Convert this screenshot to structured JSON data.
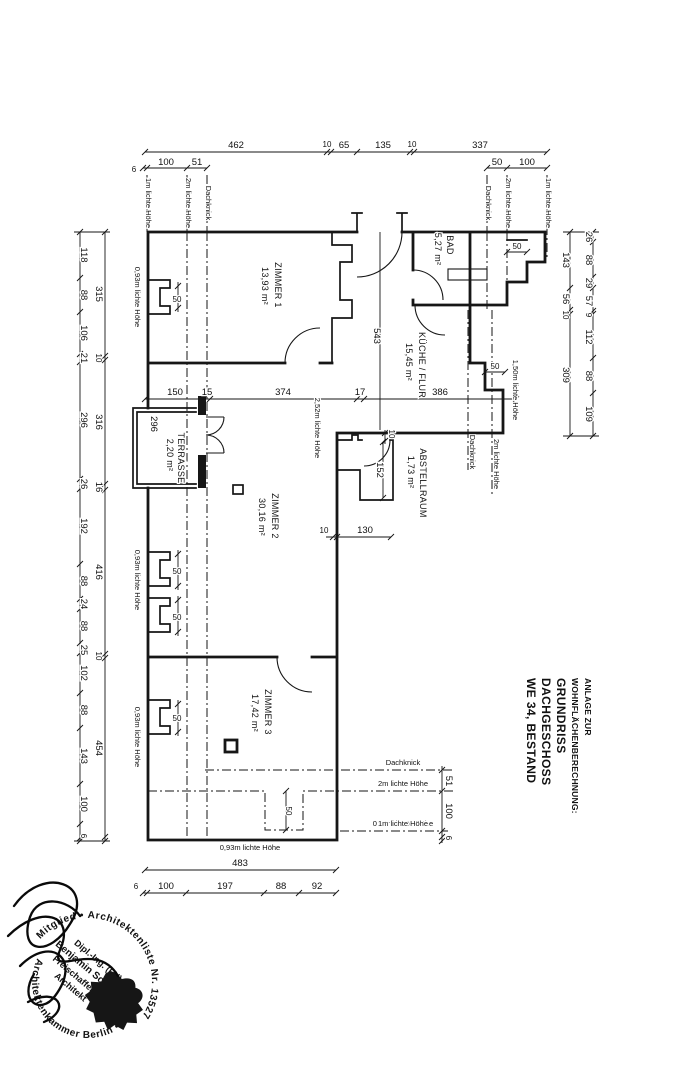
{
  "title_block": {
    "line1": "ANLAGE ZUR",
    "line2": "WOHNFLÄCHENBERECHNUNG:",
    "line3": "GRUNDRISS",
    "line4": "DACHGESCHOSS",
    "line5": "WE 34, BESTAND"
  },
  "rooms": {
    "z1": {
      "name": "ZIMMER 1",
      "area": "13,93 m²"
    },
    "z2": {
      "name": "ZIMMER 2",
      "area": "30,16 m²"
    },
    "z3": {
      "name": "ZIMMER 3",
      "area": "17,42 m²"
    },
    "bad": {
      "name": "BAD",
      "area": "5,27 m²"
    },
    "kueche": {
      "name": "KÜCHE / FLUR",
      "area": "15,45 m²"
    },
    "abstell": {
      "name": "ABSTELLRAUM",
      "area": "1,73 m²"
    },
    "terrasse": {
      "name": "TERRASSE",
      "area": "2,20 m²"
    }
  },
  "heights": {
    "h1": "1m lichte Höhe",
    "h2": "2m lichte Höhe",
    "knick": "Dachknick",
    "h093": "0,93m lichte Höhe",
    "h150": "1,50m lichte Höhe",
    "h252": "2,52m lichte Höhe"
  },
  "dims": {
    "top_main": [
      "462",
      "10",
      "65",
      "135",
      "10",
      "337"
    ],
    "top_sub": [
      "6",
      "100",
      "51",
      "50",
      "100"
    ],
    "left_outer": [
      "118",
      "88",
      "106",
      "21",
      "296",
      "26",
      "192",
      "88",
      "24",
      "88",
      "25",
      "102",
      "88",
      "143",
      "100",
      "6"
    ],
    "left_inner": [
      "315",
      "10",
      "316",
      "16",
      "416",
      "10",
      "454"
    ],
    "right_inner": [
      "143",
      "56",
      "10",
      "309"
    ],
    "right_outer": [
      "26",
      "88",
      "29",
      "57",
      "9",
      "112",
      "88",
      "109"
    ],
    "middle": [
      "150",
      "15",
      "374",
      "17",
      "386"
    ],
    "hall_height": "543",
    "terrace": "296",
    "storage": [
      "10",
      "152",
      "10",
      "130"
    ],
    "lower_right": [
      "51",
      "100",
      "6"
    ],
    "bottom_total": "483",
    "bottom_sub": [
      "6",
      "100",
      "197",
      "88",
      "92"
    ],
    "niche": "50"
  },
  "stamp": {
    "ring_top": "Mitglied • Architektenliste Nr. 13527",
    "ring_bottom": "Architektenkammer Berlin •",
    "center1": "Dipl.-Ing. (FH)",
    "center2": "Benjamin Schmitz",
    "center3": "Freischaffender",
    "center4": "Architekt"
  }
}
